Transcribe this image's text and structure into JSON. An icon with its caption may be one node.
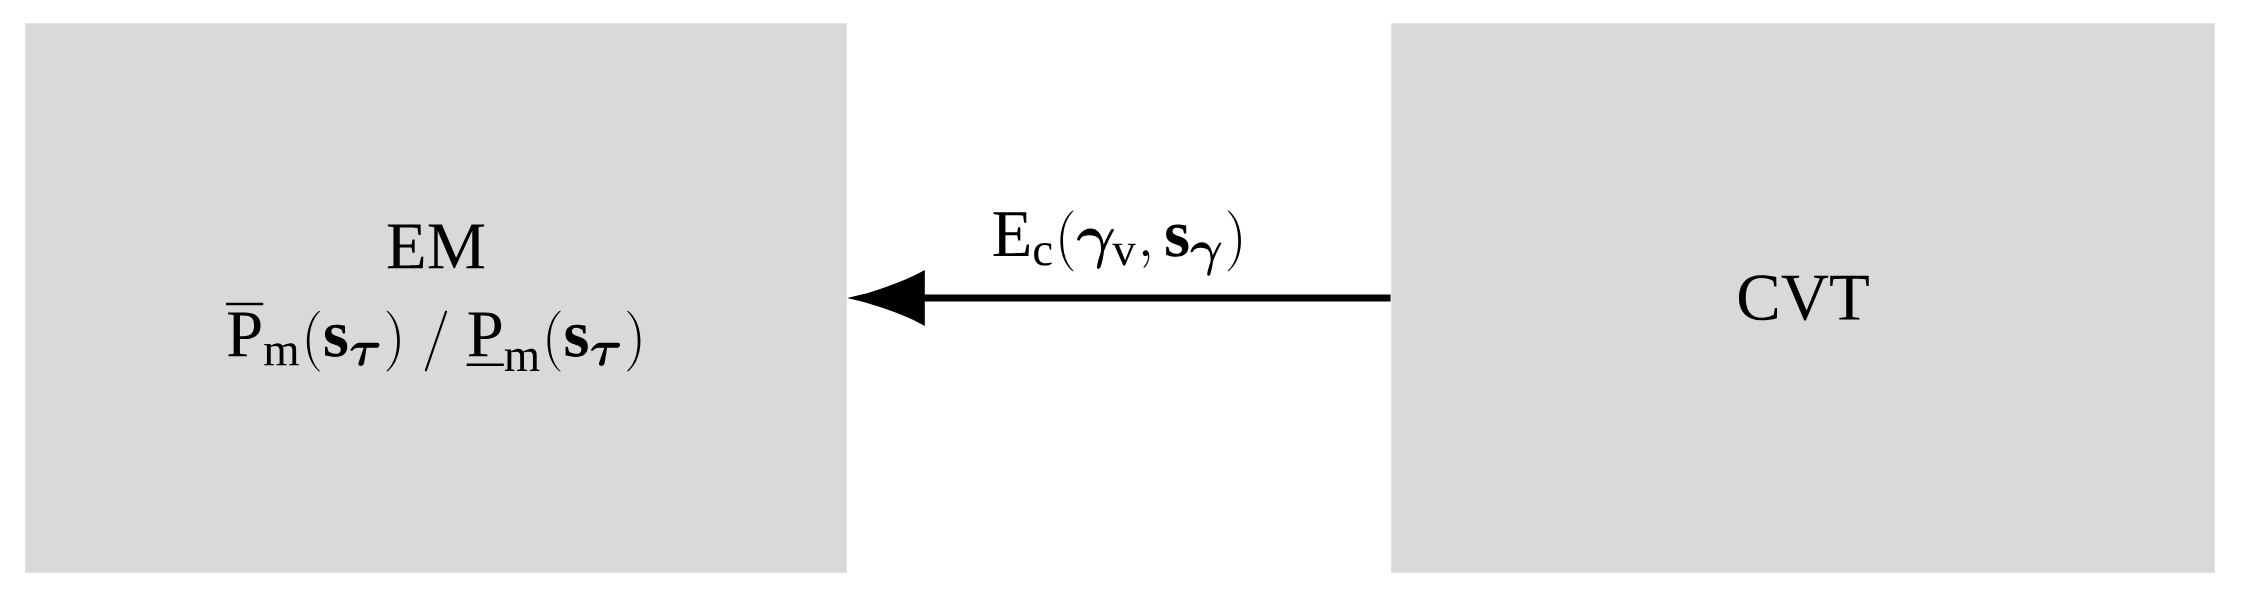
{
  "diagram": {
    "nodes": [
      {
        "text": [
          "EM",
          "\\overline{\\mathrm{P}}_{\\mathrm{m}}(\\mathbf{s}_{\\boldsymbol{\\tau}})\\ /\\ \\underline{\\mathrm{P}}_{\\mathrm{m}}(\\mathbf{s}_{\\boldsymbol{\\tau}})"
        ]
      },
      {
        "text": [
          "CVT"
        ]
      }
    ],
    "edges": [
      {
        "from": 1,
        "to": 0,
        "arrow": "to",
        "label": "\\mathrm{E}_{\\mathrm{c}}(\\boldsymbol{\\gamma}_{\\mathrm{v}},\\mathbf{s}_{\\boldsymbol{\\gamma}})"
      }
    ]
  }
}
